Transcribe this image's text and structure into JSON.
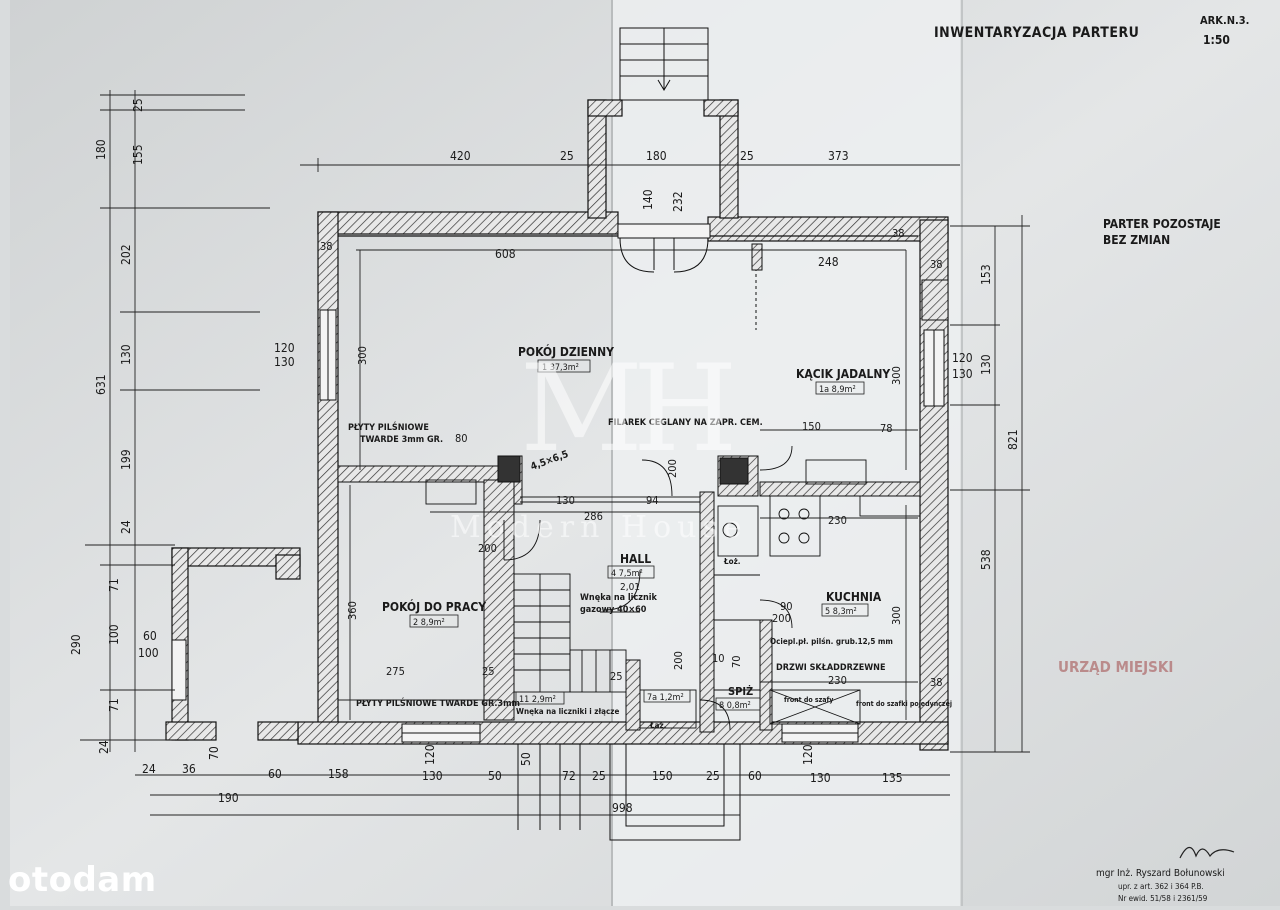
{
  "sheet": {
    "title": "INWENTARYZACJA PARTERU",
    "sheet_no": "ARK.N.3.",
    "scale": "1:50",
    "note_line1": "PARTER POZOSTAJE",
    "note_line2": "BEZ ZMIAN"
  },
  "rooms": {
    "living": {
      "name": "POKÓJ DZIENNY",
      "area": "1  37,3m²"
    },
    "dining": {
      "name": "KĄCIK JADALNY",
      "area": "1a  8,9m²"
    },
    "office": {
      "name": "POKÓJ DO PRACY",
      "area": "2  8,9m²"
    },
    "hall": {
      "name": "HALL",
      "area": "4  7,5m²",
      "extra": "2,01"
    },
    "kitchen": {
      "name": "KUCHNIA",
      "area": "5  8,3m²"
    },
    "pantry": {
      "name": "SPIŻ",
      "area": "8  0,8m²"
    },
    "wc": {
      "area": "7a  1,2m²"
    },
    "stairs_room": {
      "area": "11  2,9m²"
    }
  },
  "notes": {
    "pilsniowe_top_1": "PŁYTY PILŚNIOWE",
    "pilsniowe_top_2": "TWARDE 3mm GR.",
    "pilsniowe_bottom": "PŁYTY PILŚNIOWE TWARDE GR.3mm",
    "filarek": "FILAREK CEGLANY NA ZAPR. CEM.",
    "wneka_licznik_1": "Wnęka na licznik",
    "wneka_licznik_2": "gazowy 40×60",
    "wneka_liczniki_bottom": "Wnęka na liczniki i złącze",
    "drzwi_skladane": "DRZWI SKŁADDRZEWNE",
    "ocieplenie": "Ociepl.pł. pilśn. grub.12,5 mm",
    "front_szaf": "front do szafy",
    "front_szafki": "front do szafki pojedynczej",
    "lazienka": "Łaź.",
    "lozko": "Łoż.",
    "scale_15": "4,5×6,5"
  },
  "dims": {
    "top": [
      "420",
      "25",
      "180",
      "25",
      "373"
    ],
    "top_inner": [
      "608",
      "248"
    ],
    "porch": [
      "140",
      "232"
    ],
    "left_outer": [
      "180",
      "202",
      "199",
      "631",
      "290"
    ],
    "left_inner": [
      "25",
      "155",
      "130",
      "24",
      "71",
      "100",
      "71",
      "24"
    ],
    "left_small": [
      "120",
      "130",
      "60",
      "100"
    ],
    "right": [
      "153",
      "130",
      "821",
      "538"
    ],
    "right_small": [
      "120",
      "130"
    ],
    "bottom": [
      "24",
      "36",
      "70",
      "60",
      "158",
      "120",
      "130",
      "50",
      "50",
      "72",
      "25",
      "150",
      "25",
      "60",
      "120",
      "130",
      "135"
    ],
    "bottom_totals": [
      "190",
      "998"
    ],
    "inner": [
      "300",
      "360",
      "300",
      "300",
      "80",
      "130",
      "94",
      "286",
      "150",
      "78",
      "230",
      "275",
      "25",
      "230",
      "38",
      "38",
      "38",
      "38",
      "200",
      "200",
      "200",
      "90",
      "200",
      "10",
      "70",
      "25"
    ]
  },
  "signature": {
    "line1": "mgr Inż. Ryszard Bołunowski",
    "line2": "upr. z art. 362 i 364 P.B.",
    "line3": "Nr ewid. 51/58 i 2361/59"
  },
  "stamp": {
    "line1": "URZĄD MIEJSKI"
  },
  "watermark": {
    "letters": "MH",
    "name": "Modern House"
  },
  "brand": "otodam"
}
